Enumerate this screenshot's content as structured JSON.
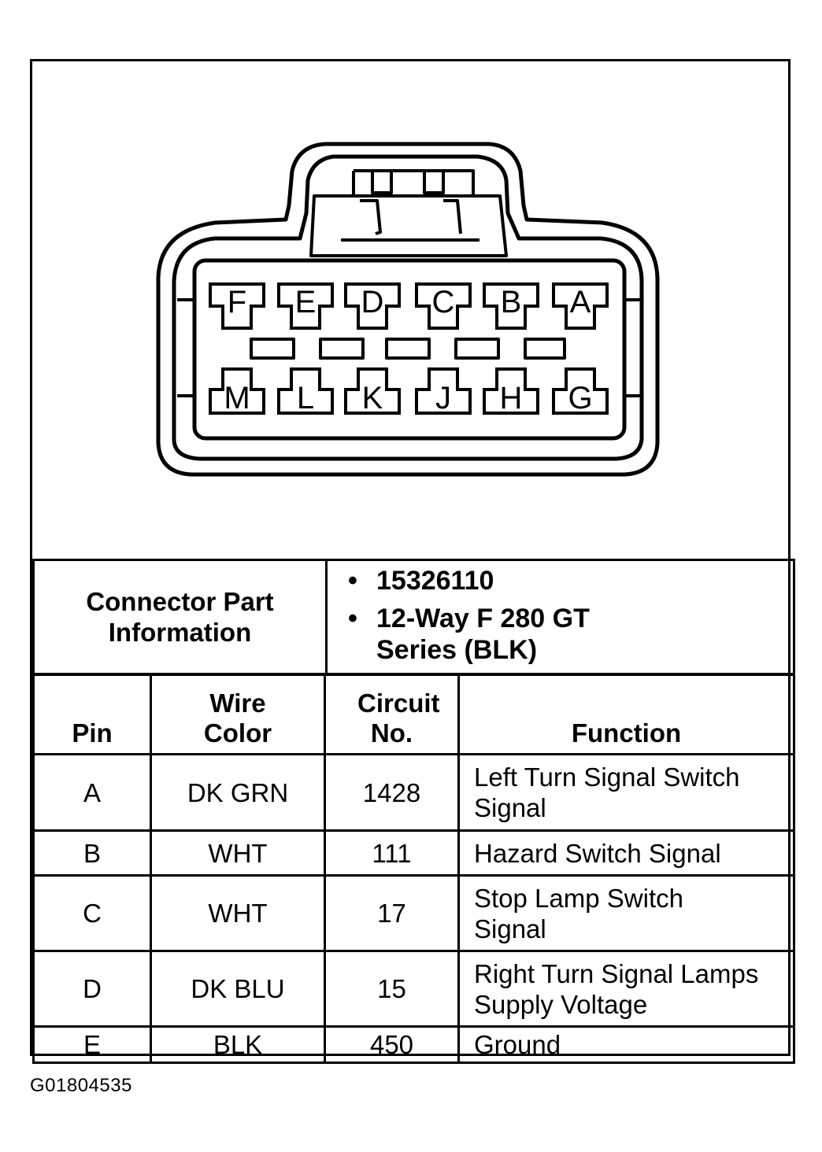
{
  "connector": {
    "pins_top_row": [
      "F",
      "E",
      "D",
      "C",
      "B",
      "A"
    ],
    "pins_bottom_row": [
      "M",
      "L",
      "K",
      "J",
      "H",
      "G"
    ]
  },
  "connector_info": {
    "label": "Connector Part Information",
    "part_number": "15326110",
    "description": "12-Way F 280 GT Series (BLK)"
  },
  "pin_table": {
    "headers": [
      "Pin",
      "Wire Color",
      "Circuit No.",
      "Function"
    ],
    "rows": [
      {
        "pin": "A",
        "wire_color": "DK GRN",
        "circuit": "1428",
        "function": "Left Turn Signal Switch Signal"
      },
      {
        "pin": "B",
        "wire_color": "WHT",
        "circuit": "111",
        "function": "Hazard Switch Signal"
      },
      {
        "pin": "C",
        "wire_color": "WHT",
        "circuit": "17",
        "function": "Stop Lamp Switch Signal"
      },
      {
        "pin": "D",
        "wire_color": "DK BLU",
        "circuit": "15",
        "function": "Right Turn Signal Lamps Supply Voltage"
      },
      {
        "pin": "E",
        "wire_color": "BLK",
        "circuit": "450",
        "function": "Ground"
      }
    ]
  },
  "figure_code": "G01804535"
}
